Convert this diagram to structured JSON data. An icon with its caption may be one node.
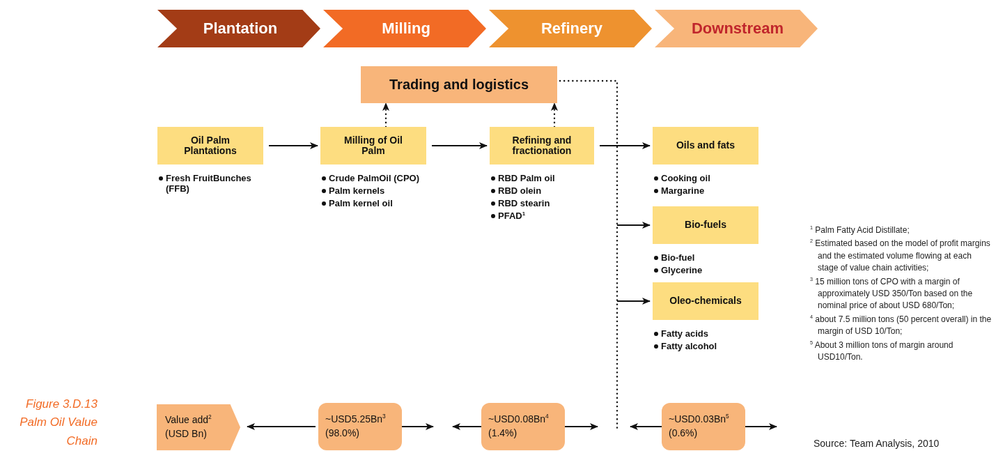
{
  "diagram": {
    "caption": "Figure 3.D.13 Palm Oil Value Chain",
    "nodes": [
      {
        "text": [
          "Plantation"
        ]
      },
      {
        "text": [
          "Milling"
        ]
      },
      {
        "text": [
          "Refinery"
        ]
      },
      {
        "text": [
          "Downstream"
        ]
      },
      {
        "text": [
          "Trading and logistics"
        ]
      },
      {
        "text": [
          "Oil Palm Plantations"
        ],
        "beside": [
          "Fresh FruitBunches (FFB)"
        ]
      },
      {
        "text": [
          "Milling of Oil Palm"
        ],
        "beside": [
          "Crude PalmOil (CPO)",
          "Palm kernels",
          "Palm kernel oil"
        ]
      },
      {
        "text": [
          "Refining and fractionation"
        ],
        "beside": [
          "RBD Palm oil",
          "RBD olein",
          "RBD stearin",
          "PFAD$^{1}$"
        ]
      },
      {
        "text": [
          "Oils and fats"
        ],
        "beside": [
          "Cooking oil",
          "Margarine"
        ]
      },
      {
        "text": [
          "Bio-fuels"
        ],
        "beside": [
          "Bio-fuel",
          "Glycerine"
        ]
      },
      {
        "text": [
          "Oleo-chemicals"
        ],
        "beside": [
          "Fatty acids",
          "Fatty alcohol"
        ]
      },
      {
        "text": [
          "Value add$^{2}$ (USD Bn)"
        ]
      },
      {
        "text": [
          "~USD5.25Bn$^{3}$ (98.0%)"
        ]
      },
      {
        "text": [
          "~USD0.08Bn$^{4}$ (1.4%)"
        ]
      },
      {
        "text": [
          "~USD0.03Bn$^{5}$ (0.6%)"
        ]
      }
    ],
    "edges": [
      {
        "from": 5,
        "to": 6,
        "arrow": "to"
      },
      {
        "from": 6,
        "to": 7,
        "arrow": "to"
      },
      {
        "from": 7,
        "to": 8,
        "arrow": "to"
      },
      {
        "from": 6,
        "to": 4,
        "arrow": "to",
        "style": "dashed"
      },
      {
        "from": 7,
        "to": 4,
        "arrow": "to",
        "style": "dashed"
      },
      {
        "from": null,
        "to": 9,
        "arrow": "to"
      },
      {
        "from": null,
        "to": 10,
        "arrow": "to"
      },
      {
        "from": 12,
        "to": 11,
        "arrow": "to"
      },
      {
        "from": 12,
        "to": null,
        "arrow": "to"
      },
      {
        "from": 13,
        "to": null,
        "arrow": "to"
      },
      {
        "from": 13,
        "to": null,
        "arrow": "to"
      },
      {
        "from": 14,
        "to": null,
        "arrow": "to"
      },
      {
        "from": 14,
        "to": null,
        "arrow": "to"
      }
    ],
    "labels": [
      "$^{1}$ Palm Fatty Acid Distillate;",
      "$^{2}$ Estimated based on the model of profit margins and the estimated volume flowing at each stage of value chain activities;",
      "$^{3}$ 15 million tons of CPO with a margin of approximately USD 350/Ton based on the nominal price of about USD 680/Ton;",
      "$^{4}$ about 7.5 million tons (50 percent overall) in the margin of USD 10/Ton;",
      "$^{5}$ About 3 million tons of margin around USD10/Ton.",
      "Source: Team Analysis, 2010"
    ]
  }
}
